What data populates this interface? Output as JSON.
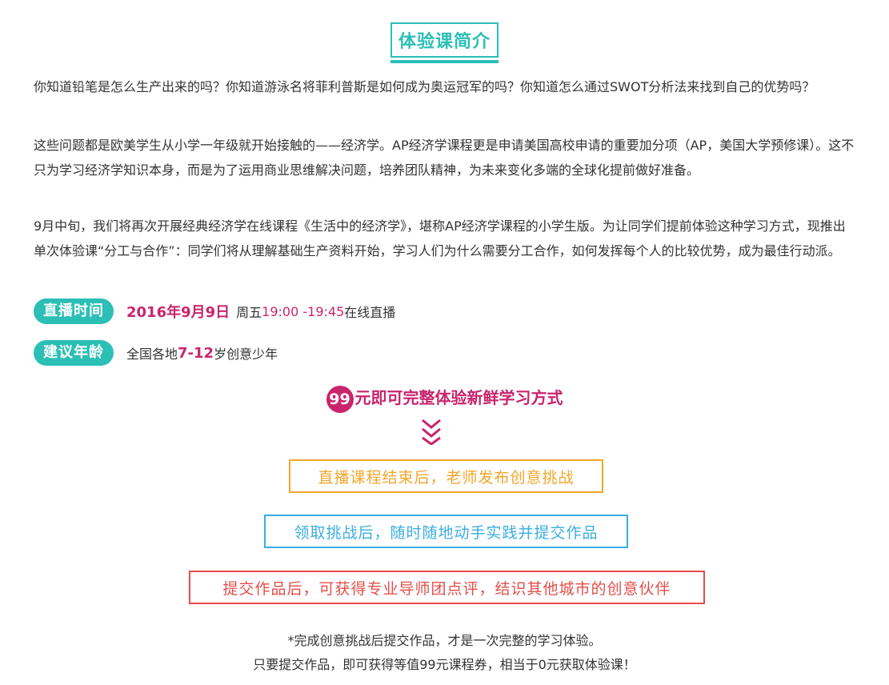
{
  "title": "体验课简介",
  "paragraphs": [
    "你知道铅笔是怎么生产出来的吗？你知道游泳名将菲利普斯是如何成为奥运冠军的吗？你知道怎么通过SWOT分析法来找到自己的优势吗？",
    "这些问题都是欧美学生从小学一年级就开始接触的——经济学。AP经济学课程更是申请美国高校申请的重要加分项（AP，美国大学预修课）。这不只为学习经济学知识本身，而是为了运用商业思维解决问题，培养团队精神，为未来变化多端的全球化提前做好准备。",
    "9月中旬，我们将再次开展经典经济学在线课程《生活中的经济学》，堪称AP经济学课程的小学生版。为让同学们提前体验这种学习方式，现推出单次体验课“分工与合作”：同学们将从理解基础生产资料开始，学习人们为什么需要分工合作，如何发挥每个人的比较优势，成为最佳行动派。"
  ],
  "schedule": {
    "label": "直播时间",
    "date": "2016年9月9日",
    "weekday": "周五",
    "time": "19:00 -19:45",
    "mode": "在线直播"
  },
  "age": {
    "label": "建议年龄",
    "prefix": "全国各地",
    "range": "7-12",
    "suffix": "岁创意少年"
  },
  "price": {
    "amount": "99",
    "text": "元即可完整体验新鲜学习方式"
  },
  "steps": [
    "直播课程结束后，老师发布创意挑战",
    "领取挑战后，随时随地动手实践并提交作品",
    "提交作品后，可获得专业导师团点评，结识其他城市的创意伙伴"
  ],
  "notes": [
    "*完成创意挑战后提交作品，才是一次完整的学习体验。",
    "只要提交作品，即可获得等值99元课程券，相当于0元获取体验课！"
  ],
  "colors": {
    "teal": "#2bbfb6",
    "magenta": "#c8256c",
    "orange": "#f2a62a",
    "blue": "#3aaee0",
    "red": "#e34e4a"
  }
}
